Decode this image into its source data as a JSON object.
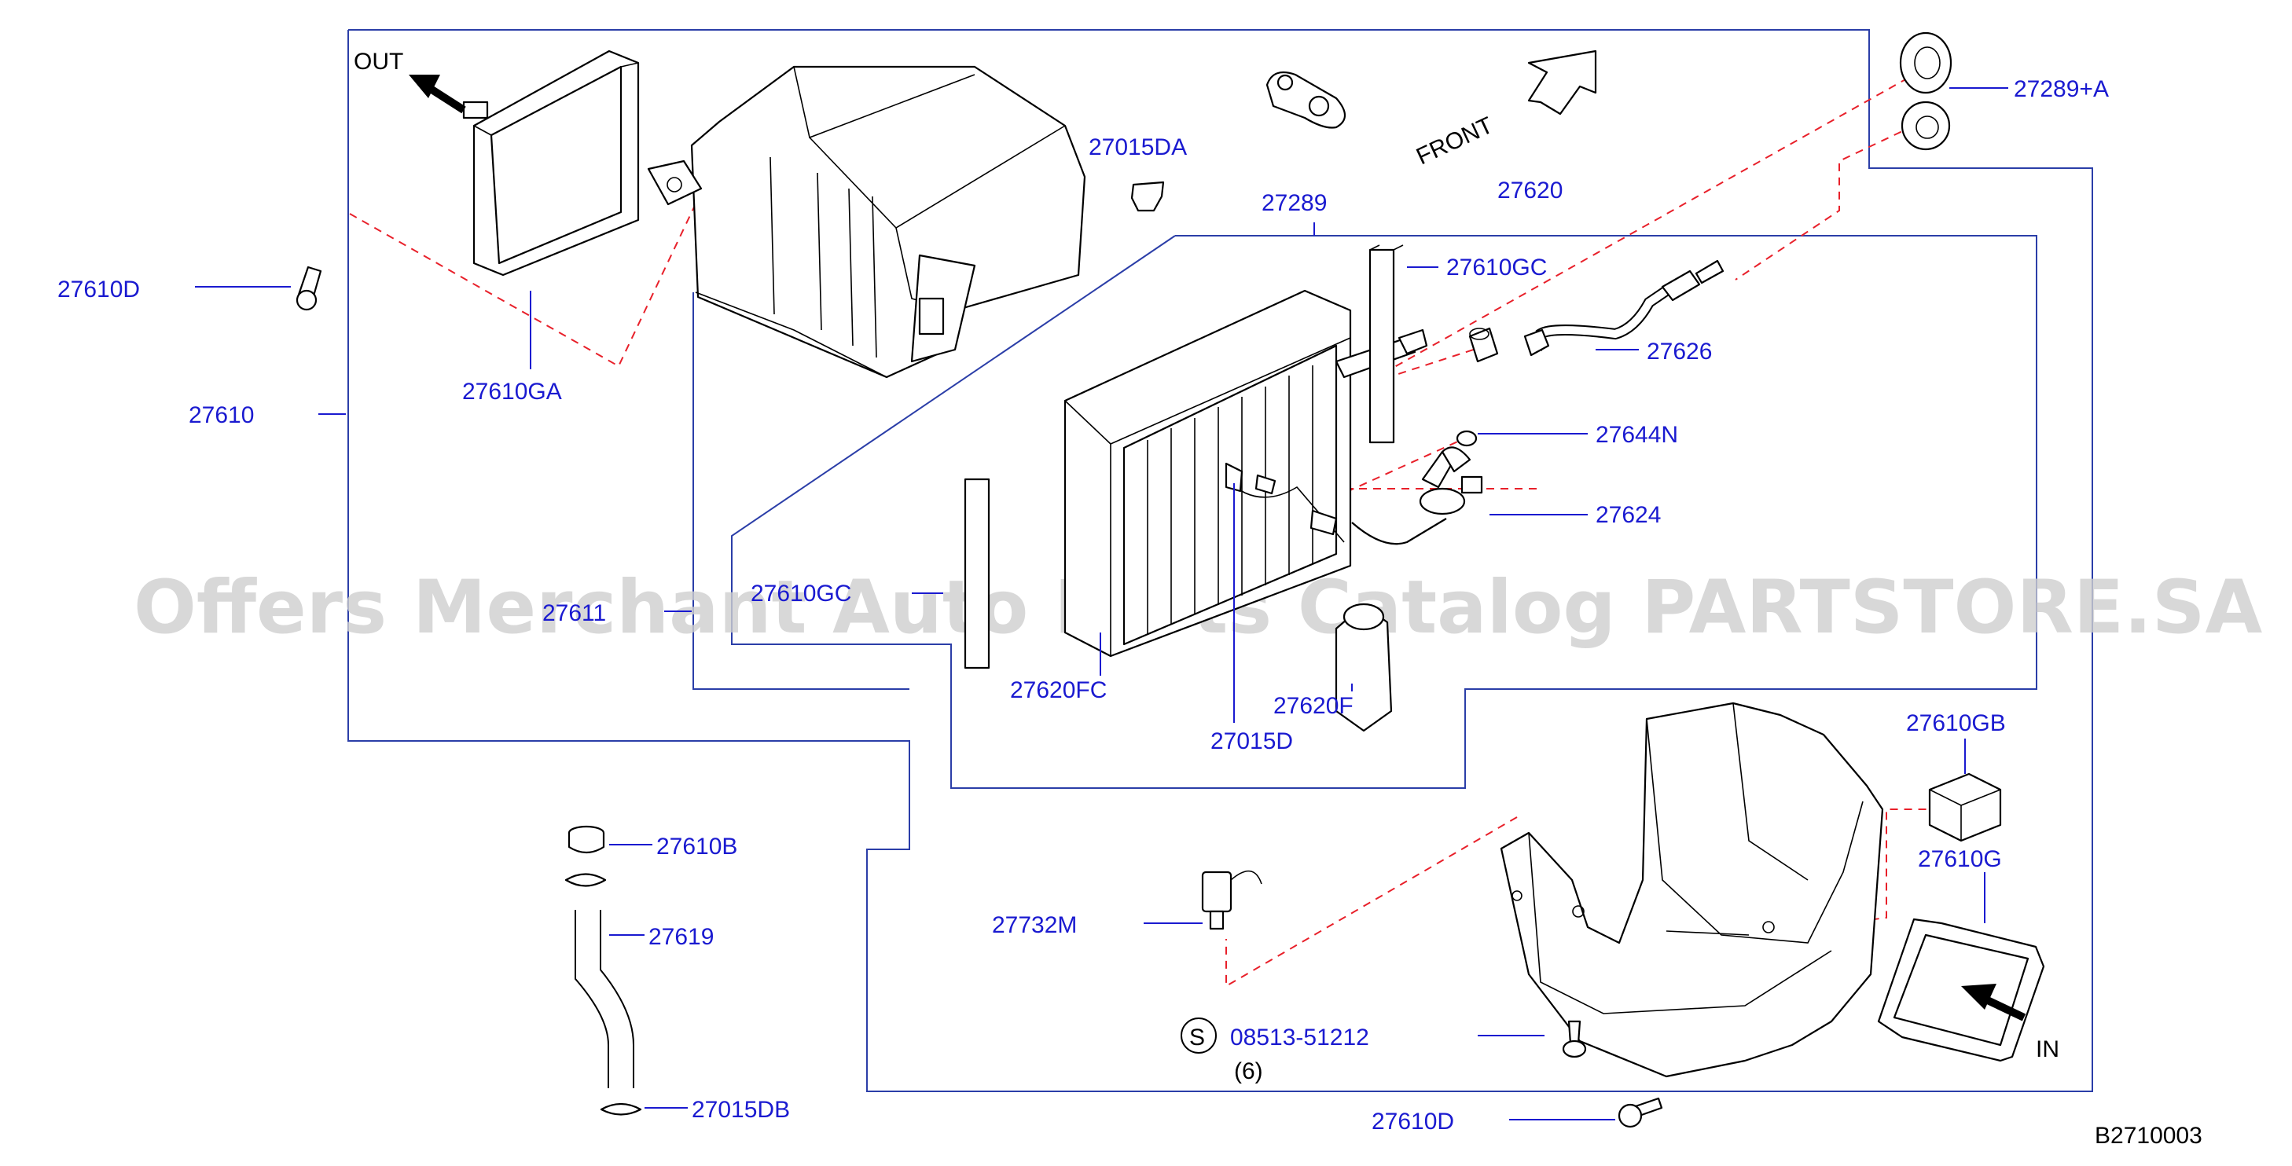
{
  "diagram_id": "B2710003",
  "watermark": "Offers Merchant Auto Parts Catalog PARTSTORE.SA",
  "direction_labels": {
    "out": "OUT",
    "in": "IN",
    "front": "FRONT"
  },
  "parts": {
    "p27610": "27610",
    "p27610D_left": "27610D",
    "p27610GA": "27610GA",
    "p27015DA": "27015DA",
    "p27289": "27289",
    "p27289A": "27289+A",
    "p27620": "27620",
    "p27610GC_upper": "27610GC",
    "p27626": "27626",
    "p27644N": "27644N",
    "p27624": "27624",
    "p27611": "27611",
    "p27610GC_lower": "27610GC",
    "p27620FC": "27620FC",
    "p27620F": "27620F",
    "p27015D": "27015D",
    "p27610GB": "27610GB",
    "p27610G": "27610G",
    "p27610B": "27610B",
    "p27619": "27619",
    "p27015DB": "27015DB",
    "p27732M": "27732M",
    "p08513": "08513-51212",
    "p08513_qty": "(6)",
    "p08513_symbol": "S",
    "p27610D_bottom": "27610D"
  },
  "colors": {
    "label": "#1a1ad0",
    "frame": "#2b3ea8",
    "dashed": "#e8202a",
    "watermark": "#cfcfcf"
  }
}
